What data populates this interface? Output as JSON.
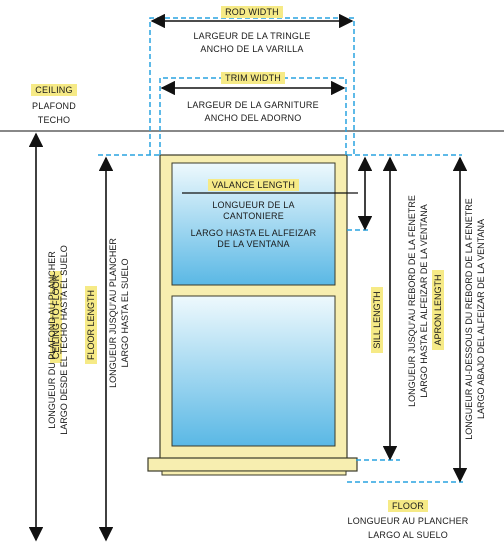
{
  "rod_width": {
    "tag": "ROD WIDTH",
    "fr": "LARGEUR DE LA TRINGLE",
    "es": "ANCHO DE LA VARILLA"
  },
  "trim_width": {
    "tag": "TRIM WIDTH",
    "fr": "LARGEUR DE LA GARNITURE",
    "es": "ANCHO DEL ADORNO"
  },
  "ceiling": {
    "tag": "CEILING",
    "fr": "PLAFOND",
    "es": "TECHO"
  },
  "valance_length": {
    "tag": "VALANCE LENGTH",
    "fr1": "LONGUEUR DE LA",
    "fr2": "CANTONIERE",
    "es1": "LARGO HASTA EL ALFEIZAR",
    "es2": "DE LA  VENTANA"
  },
  "ceiling_to_floor": {
    "tag": "CEILING TO FLOOR",
    "fr": "LONGUEUR DU PLAFOND AU PLANCHER",
    "es": "LARGO DESDE EL TECHO HASTA EL SUELO"
  },
  "floor_length": {
    "tag": "FLOOR LENGTH",
    "fr": "LONGUEUR JUSQU'AU PLANCHER",
    "es": "LARGO HASTA EL SUELO"
  },
  "sill_length": {
    "tag": "SILL LENGTH",
    "fr": "LONGUEUR JUSQU'AU REBORD DE LA FENETRE",
    "es": "LARGO HASTA EL ALFEIZAR DE LA VENTANA"
  },
  "apron_length": {
    "tag": "APRON LENGTH",
    "fr": "LONGUEUR AU-DESSOUS DU REBORD DE LA FENETRE",
    "es": "LARGO ABAJO DEL ALFEIZAR DE LA VENTANA"
  },
  "floor": {
    "tag": "FLOOR",
    "fr": "LONGUEUR AU PLANCHER",
    "es": "LARGO AL SUELO"
  },
  "colors": {
    "frame": "#f7eeb0",
    "frame_stroke": "#3a3a2a",
    "glass_top": "#e8f6fb",
    "glass_bottom": "#5bb9e6",
    "dash": "#29a3e0",
    "label_bg": "#f6ea86"
  }
}
